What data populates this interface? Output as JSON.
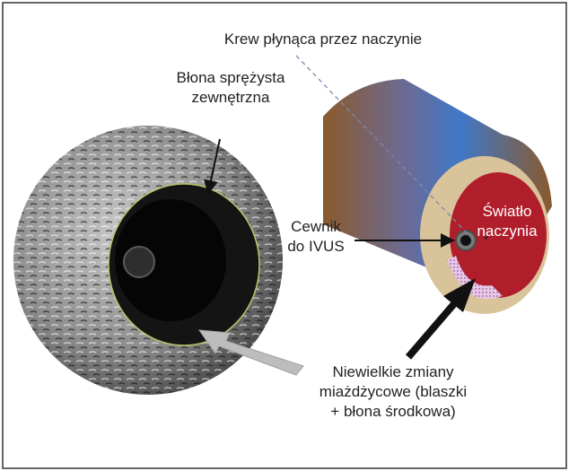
{
  "labels": {
    "blood_flow": "Krew płynąca przez naczynie",
    "external_elastic_line1": "Błona sprężysta",
    "external_elastic_line2": "zewnętrzna",
    "catheter_line1": "Cewnik",
    "catheter_line2": "do IVUS",
    "lumen_line1": "Światło",
    "lumen_line2": "naczynia",
    "plaque_line1": "Niewielkie zmiany",
    "plaque_line2": "miażdżycowe (blaszki",
    "plaque_line3": "+ błona środkowa)"
  },
  "colors": {
    "border": "#333333",
    "lumen_red": "#b01e2c",
    "vessel_wall": "#d9c39a",
    "cylinder_blue": "#3f78c8",
    "cylinder_brown": "#8a5a2c",
    "plaque_pink": "#d8a8d8",
    "eem_line": "#b5c96a",
    "arrow_gray": "#bdbdbd",
    "arrow_black": "#111111"
  }
}
